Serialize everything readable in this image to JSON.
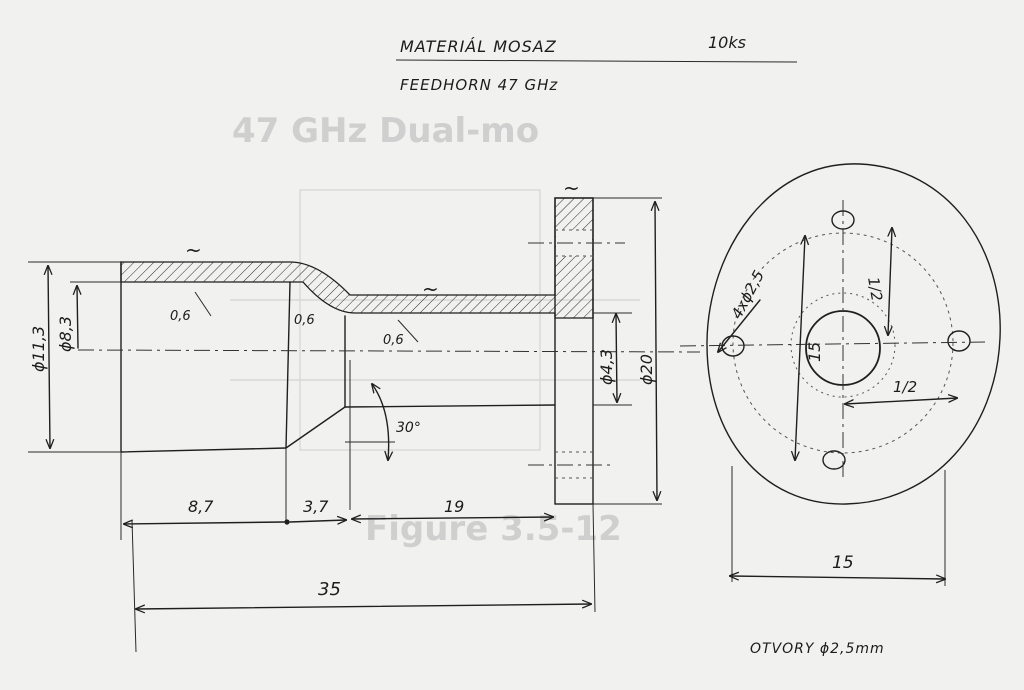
{
  "header": {
    "material_label": "MATERIÁL MOSAZ",
    "quantity": "10ks",
    "part_name": "FEEDHORN 47 GHz"
  },
  "side_view": {
    "wall_thickness_1": "0,6",
    "wall_thickness_2": "0,6",
    "wall_thickness_3": "0,6",
    "outer_diameter": "ϕ11,3",
    "inner_diameter": "ϕ8,3",
    "waveguide_diameter": "ϕ4,3",
    "flange_diameter": "ϕ20",
    "taper_angle": "30°",
    "length_1": "8,7",
    "length_2": "3,7",
    "length_3": "19",
    "total_length": "35",
    "surface_mark": "~"
  },
  "front_view": {
    "holes_note": "4xϕ2,5",
    "bolt_circle": "15",
    "half_1": "1/2",
    "half_2": "1/2",
    "width": "15"
  },
  "footer_note": "OTVORY ϕ2,5mm",
  "background_ghost": {
    "title": "47 GHz Dual-mo",
    "caption": "Figure 3.5-12"
  }
}
